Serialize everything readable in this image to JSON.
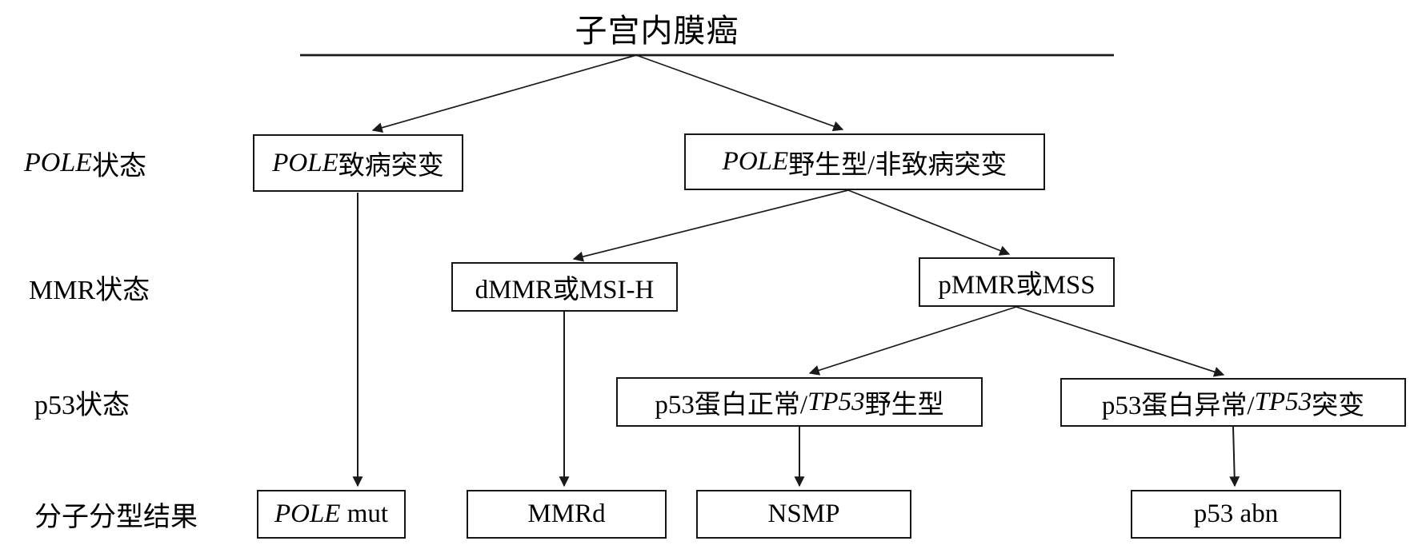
{
  "diagram": {
    "title": "子宫内膜癌",
    "row_labels": {
      "pole": {
        "t1": "",
        "t2": "POLE",
        "t3": "状态"
      },
      "mmr": {
        "t1": "MMR状态",
        "t2": "",
        "t3": ""
      },
      "p53": {
        "t1": "p53状态",
        "t2": "",
        "t3": ""
      },
      "result": {
        "t1": "分子分型结果",
        "t2": "",
        "t3": ""
      }
    },
    "nodes": {
      "pole_mut": {
        "t1": "",
        "t2": "POLE",
        "t3": "致病突变"
      },
      "pole_wt": {
        "t1": "",
        "t2": "POLE",
        "t3": "野生型/非致病突变"
      },
      "dmmr": {
        "t1": "dMMR或MSI-H",
        "t2": "",
        "t3": ""
      },
      "pmmr": {
        "t1": "pMMR或MSS",
        "t2": "",
        "t3": ""
      },
      "p53_normal": {
        "t1": "p53蛋白正常/",
        "t2": "TP53",
        "t3": "野生型"
      },
      "p53_abnormal": {
        "t1": "p53蛋白异常/",
        "t2": "TP53",
        "t3": "突变"
      },
      "result_pole": {
        "t1": "",
        "t2": "POLE",
        "t3": " mut"
      },
      "result_mmrd": {
        "t1": "MMRd",
        "t2": "",
        "t3": ""
      },
      "result_nsmp": {
        "t1": "NSMP",
        "t2": "",
        "t3": ""
      },
      "result_p53abn": {
        "t1": "p53 abn",
        "t2": "",
        "t3": ""
      }
    },
    "edges": [
      {
        "from": "title",
        "to": "pole_mut"
      },
      {
        "from": "title",
        "to": "pole_wt"
      },
      {
        "from": "pole_mut",
        "to": "result_pole"
      },
      {
        "from": "pole_wt",
        "to": "dmmr"
      },
      {
        "from": "pole_wt",
        "to": "pmmr"
      },
      {
        "from": "dmmr",
        "to": "result_mmrd"
      },
      {
        "from": "pmmr",
        "to": "p53_normal"
      },
      {
        "from": "pmmr",
        "to": "p53_abnormal"
      },
      {
        "from": "p53_normal",
        "to": "result_nsmp"
      },
      {
        "from": "p53_abnormal",
        "to": "result_p53abn"
      }
    ],
    "colors": {
      "line": "#1a1a1a",
      "text": "#000000",
      "background": "#ffffff"
    }
  }
}
